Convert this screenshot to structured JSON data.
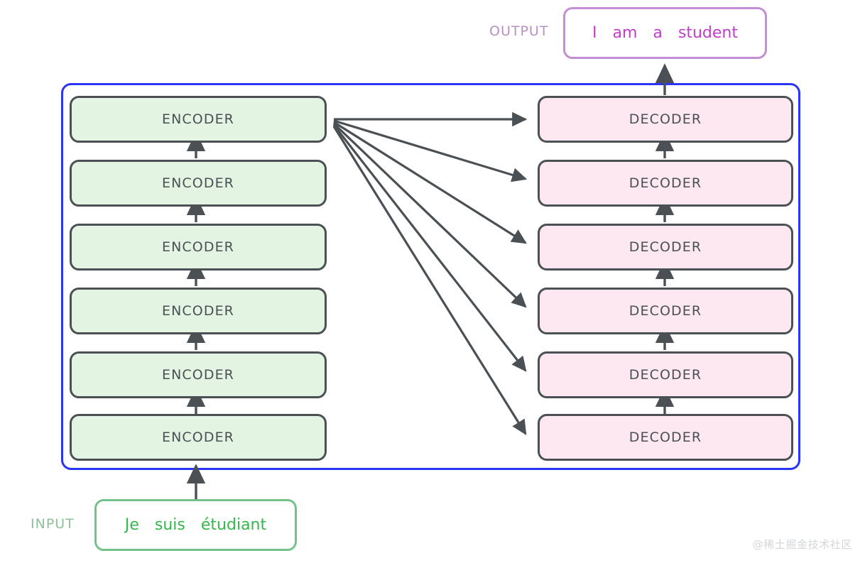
{
  "diagram": {
    "title": "Transformer encoder-decoder stack",
    "colors": {
      "encoder_fill": "#e4f4e3",
      "decoder_fill": "#fde8f1",
      "block_border": "#4b5055",
      "container_border": "#2b35f5",
      "arrow": "#4b5055",
      "input_accent": "#34b84b",
      "input_label": "#8cc19a",
      "output_accent": "#c13ecb",
      "output_label": "#b98fc4",
      "watermark": "#d3d6da",
      "background": "#ffffff"
    }
  },
  "output": {
    "label": "OUTPUT",
    "tokens": [
      "I",
      "am",
      "a",
      "student"
    ]
  },
  "input": {
    "label": "INPUT",
    "tokens": [
      "Je",
      "suis",
      "étudiant"
    ]
  },
  "encoder_stack": {
    "label": "ENCODER",
    "count": 6,
    "blocks": [
      {
        "label": "ENCODER"
      },
      {
        "label": "ENCODER"
      },
      {
        "label": "ENCODER"
      },
      {
        "label": "ENCODER"
      },
      {
        "label": "ENCODER"
      },
      {
        "label": "ENCODER"
      }
    ]
  },
  "decoder_stack": {
    "label": "DECODER",
    "count": 6,
    "blocks": [
      {
        "label": "DECODER"
      },
      {
        "label": "DECODER"
      },
      {
        "label": "DECODER"
      },
      {
        "label": "DECODER"
      },
      {
        "label": "DECODER"
      },
      {
        "label": "DECODER"
      }
    ]
  },
  "watermark": {
    "text": "@稀土掘金技术社区"
  }
}
